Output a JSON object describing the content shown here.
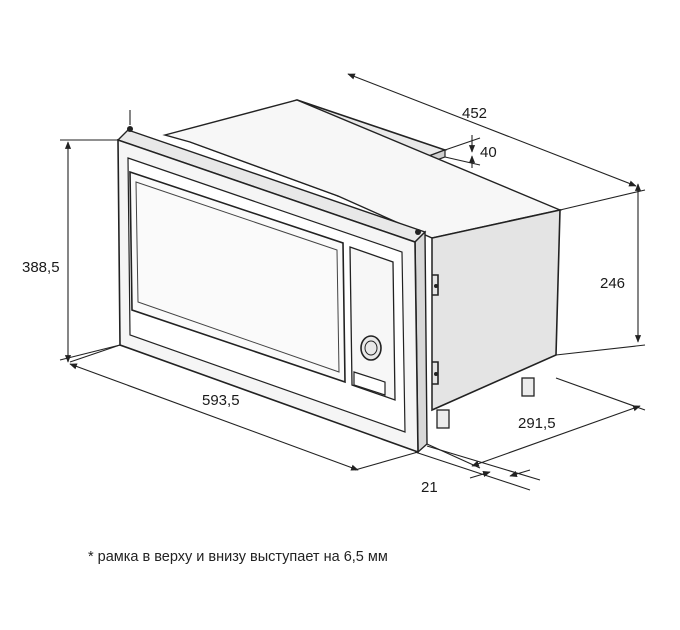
{
  "dimensions": {
    "overall_depth": "452",
    "top_panel_height": "40",
    "overall_height": "388,5",
    "body_height": "246",
    "frame_width": "593,5",
    "body_depth": "291,5",
    "frame_thickness": "21"
  },
  "note": "* рамка в верху и внизу выступает на 6,5 мм",
  "colors": {
    "line": "#222222",
    "shade_light": "#f4f4f4",
    "shade_mid": "#e6e6e6",
    "shade_dark": "#d9d9d9"
  }
}
